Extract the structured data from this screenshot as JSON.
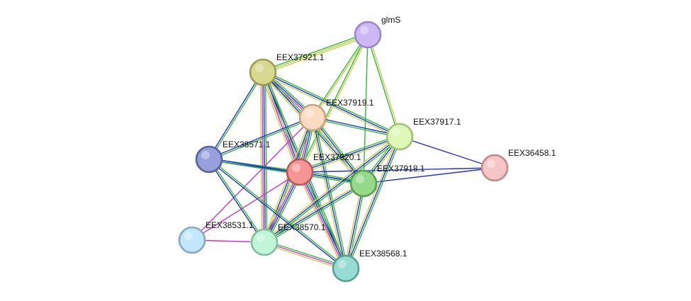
{
  "nodes": [
    {
      "id": "glmS",
      "label": "glmS",
      "color": "#cbb8f5",
      "stroke": "#9a86cf"
    },
    {
      "id": "EEX37921.1",
      "label": "EEX37921.1",
      "color": "#d8d890",
      "stroke": "#9b9b55"
    },
    {
      "id": "EEX37919.1",
      "label": "EEX37919.1",
      "color": "#fcdcc0",
      "stroke": "#c8a37e"
    },
    {
      "id": "EEX37917.1",
      "label": "EEX37917.1",
      "color": "#dcf7b6",
      "stroke": "#9cc27a"
    },
    {
      "id": "EEX38571.1",
      "label": "EEX38571.1",
      "color": "#98a0dc",
      "stroke": "#5a629e"
    },
    {
      "id": "EEX37920.1",
      "label": "EEX37920.1",
      "color": "#f59595",
      "stroke": "#b85858"
    },
    {
      "id": "EEX37918.1",
      "label": "EEX37918.1",
      "color": "#97d98a",
      "stroke": "#5c9e52"
    },
    {
      "id": "EEX36458.1",
      "label": "EEX36458.1",
      "color": "#f6c6c6",
      "stroke": "#c08b8b"
    },
    {
      "id": "EEX38531.1",
      "label": "EEX38531.1",
      "color": "#c2e6fa",
      "stroke": "#84aac2"
    },
    {
      "id": "EEX38570.1",
      "label": "EEX38570.1",
      "color": "#c0f6d8",
      "stroke": "#80bf9c"
    },
    {
      "id": "EEX38568.1",
      "label": "EEX38568.1",
      "color": "#96dcd2",
      "stroke": "#5a9f96"
    }
  ],
  "edges": [
    {
      "source": "EEX37921.1",
      "target": "glmS",
      "colors": [
        "#33bb33",
        "#bbcc44",
        "#cccc55"
      ]
    },
    {
      "source": "EEX37919.1",
      "target": "glmS",
      "colors": [
        "#33bb33",
        "#cccc55"
      ]
    },
    {
      "source": "EEX37920.1",
      "target": "glmS",
      "colors": [
        "#33bb33",
        "#cccc55"
      ]
    },
    {
      "source": "EEX37918.1",
      "target": "glmS",
      "colors": [
        "#33bb33"
      ]
    },
    {
      "source": "EEX37917.1",
      "target": "glmS",
      "colors": [
        "#33bb33",
        "#cccc55"
      ]
    },
    {
      "source": "EEX37921.1",
      "target": "EEX37919.1",
      "colors": [
        "#33bb33",
        "#2233cc",
        "#cc33cc",
        "#cccc55"
      ]
    },
    {
      "source": "EEX37921.1",
      "target": "EEX37920.1",
      "colors": [
        "#33bb33",
        "#2233cc",
        "#cc33cc",
        "#cccc55"
      ]
    },
    {
      "source": "EEX37921.1",
      "target": "EEX37918.1",
      "colors": [
        "#33bb33",
        "#2233cc",
        "#cccc55"
      ]
    },
    {
      "source": "EEX37921.1",
      "target": "EEX37917.1",
      "colors": [
        "#33bb33",
        "#2233cc",
        "#cccc55"
      ]
    },
    {
      "source": "EEX37921.1",
      "target": "EEX38571.1",
      "colors": [
        "#33bb33",
        "#2233cc"
      ]
    },
    {
      "source": "EEX37921.1",
      "target": "EEX38570.1",
      "colors": [
        "#33bb33",
        "#2233cc",
        "#cc33cc",
        "#cccc55"
      ]
    },
    {
      "source": "EEX37921.1",
      "target": "EEX38568.1",
      "colors": [
        "#33bb33",
        "#2233cc",
        "#cccc55"
      ]
    },
    {
      "source": "EEX37919.1",
      "target": "EEX37920.1",
      "colors": [
        "#33bb33",
        "#2233cc",
        "#cc33cc",
        "#cccc55"
      ]
    },
    {
      "source": "EEX37919.1",
      "target": "EEX37918.1",
      "colors": [
        "#33bb33",
        "#2233cc",
        "#cccc55"
      ]
    },
    {
      "source": "EEX37919.1",
      "target": "EEX37917.1",
      "colors": [
        "#2233cc",
        "#33bb33"
      ]
    },
    {
      "source": "EEX37919.1",
      "target": "EEX38571.1",
      "colors": [
        "#33bb33",
        "#2233cc"
      ]
    },
    {
      "source": "EEX37919.1",
      "target": "EEX38570.1",
      "colors": [
        "#33bb33",
        "#2233cc",
        "#cccc55"
      ]
    },
    {
      "source": "EEX37919.1",
      "target": "EEX38568.1",
      "colors": [
        "#33bb33",
        "#2233cc",
        "#cccc55"
      ]
    },
    {
      "source": "EEX37919.1",
      "target": "EEX38531.1",
      "colors": [
        "#cc33cc"
      ]
    },
    {
      "source": "EEX37920.1",
      "target": "EEX37918.1",
      "colors": [
        "#33bb33",
        "#2233cc",
        "#cccc55"
      ]
    },
    {
      "source": "EEX37920.1",
      "target": "EEX37917.1",
      "colors": [
        "#33bb33",
        "#2233cc",
        "#cccc55"
      ]
    },
    {
      "source": "EEX37920.1",
      "target": "EEX38571.1",
      "colors": [
        "#2233cc",
        "#33bb33"
      ]
    },
    {
      "source": "EEX37920.1",
      "target": "EEX38570.1",
      "colors": [
        "#33bb33",
        "#2233cc",
        "#cc33cc",
        "#cccc55"
      ]
    },
    {
      "source": "EEX37920.1",
      "target": "EEX38568.1",
      "colors": [
        "#33bb33",
        "#2233cc",
        "#cc33cc",
        "#cccc55"
      ]
    },
    {
      "source": "EEX37920.1",
      "target": "EEX38531.1",
      "colors": [
        "#cc33cc"
      ]
    },
    {
      "source": "EEX37920.1",
      "target": "EEX36458.1",
      "colors": [
        "#2233cc"
      ]
    },
    {
      "source": "EEX37918.1",
      "target": "EEX37917.1",
      "colors": [
        "#33bb33",
        "#2233cc",
        "#cccc55"
      ]
    },
    {
      "source": "EEX37918.1",
      "target": "EEX38571.1",
      "colors": [
        "#33bb33",
        "#2233cc"
      ]
    },
    {
      "source": "EEX37918.1",
      "target": "EEX38570.1",
      "colors": [
        "#33bb33",
        "#2233cc",
        "#cccc55"
      ]
    },
    {
      "source": "EEX37918.1",
      "target": "EEX38568.1",
      "colors": [
        "#33bb33",
        "#2233cc",
        "#cccc55"
      ]
    },
    {
      "source": "EEX37918.1",
      "target": "EEX36458.1",
      "colors": [
        "#2233cc"
      ]
    },
    {
      "source": "EEX37917.1",
      "target": "EEX38570.1",
      "colors": [
        "#33bb33",
        "#2233cc",
        "#cccc55"
      ]
    },
    {
      "source": "EEX37917.1",
      "target": "EEX38568.1",
      "colors": [
        "#33bb33",
        "#2233cc",
        "#cccc55"
      ]
    },
    {
      "source": "EEX37917.1",
      "target": "EEX36458.1",
      "colors": [
        "#2233cc"
      ]
    },
    {
      "source": "EEX38571.1",
      "target": "EEX38570.1",
      "colors": [
        "#33bb33",
        "#2233cc"
      ]
    },
    {
      "source": "EEX38571.1",
      "target": "EEX38568.1",
      "colors": [
        "#33bb33",
        "#2233cc"
      ]
    },
    {
      "source": "EEX38570.1",
      "target": "EEX38568.1",
      "colors": [
        "#33bb33",
        "#cc33cc",
        "#cccc55"
      ]
    },
    {
      "source": "EEX38531.1",
      "target": "EEX38570.1",
      "colors": [
        "#cc33cc"
      ]
    }
  ]
}
